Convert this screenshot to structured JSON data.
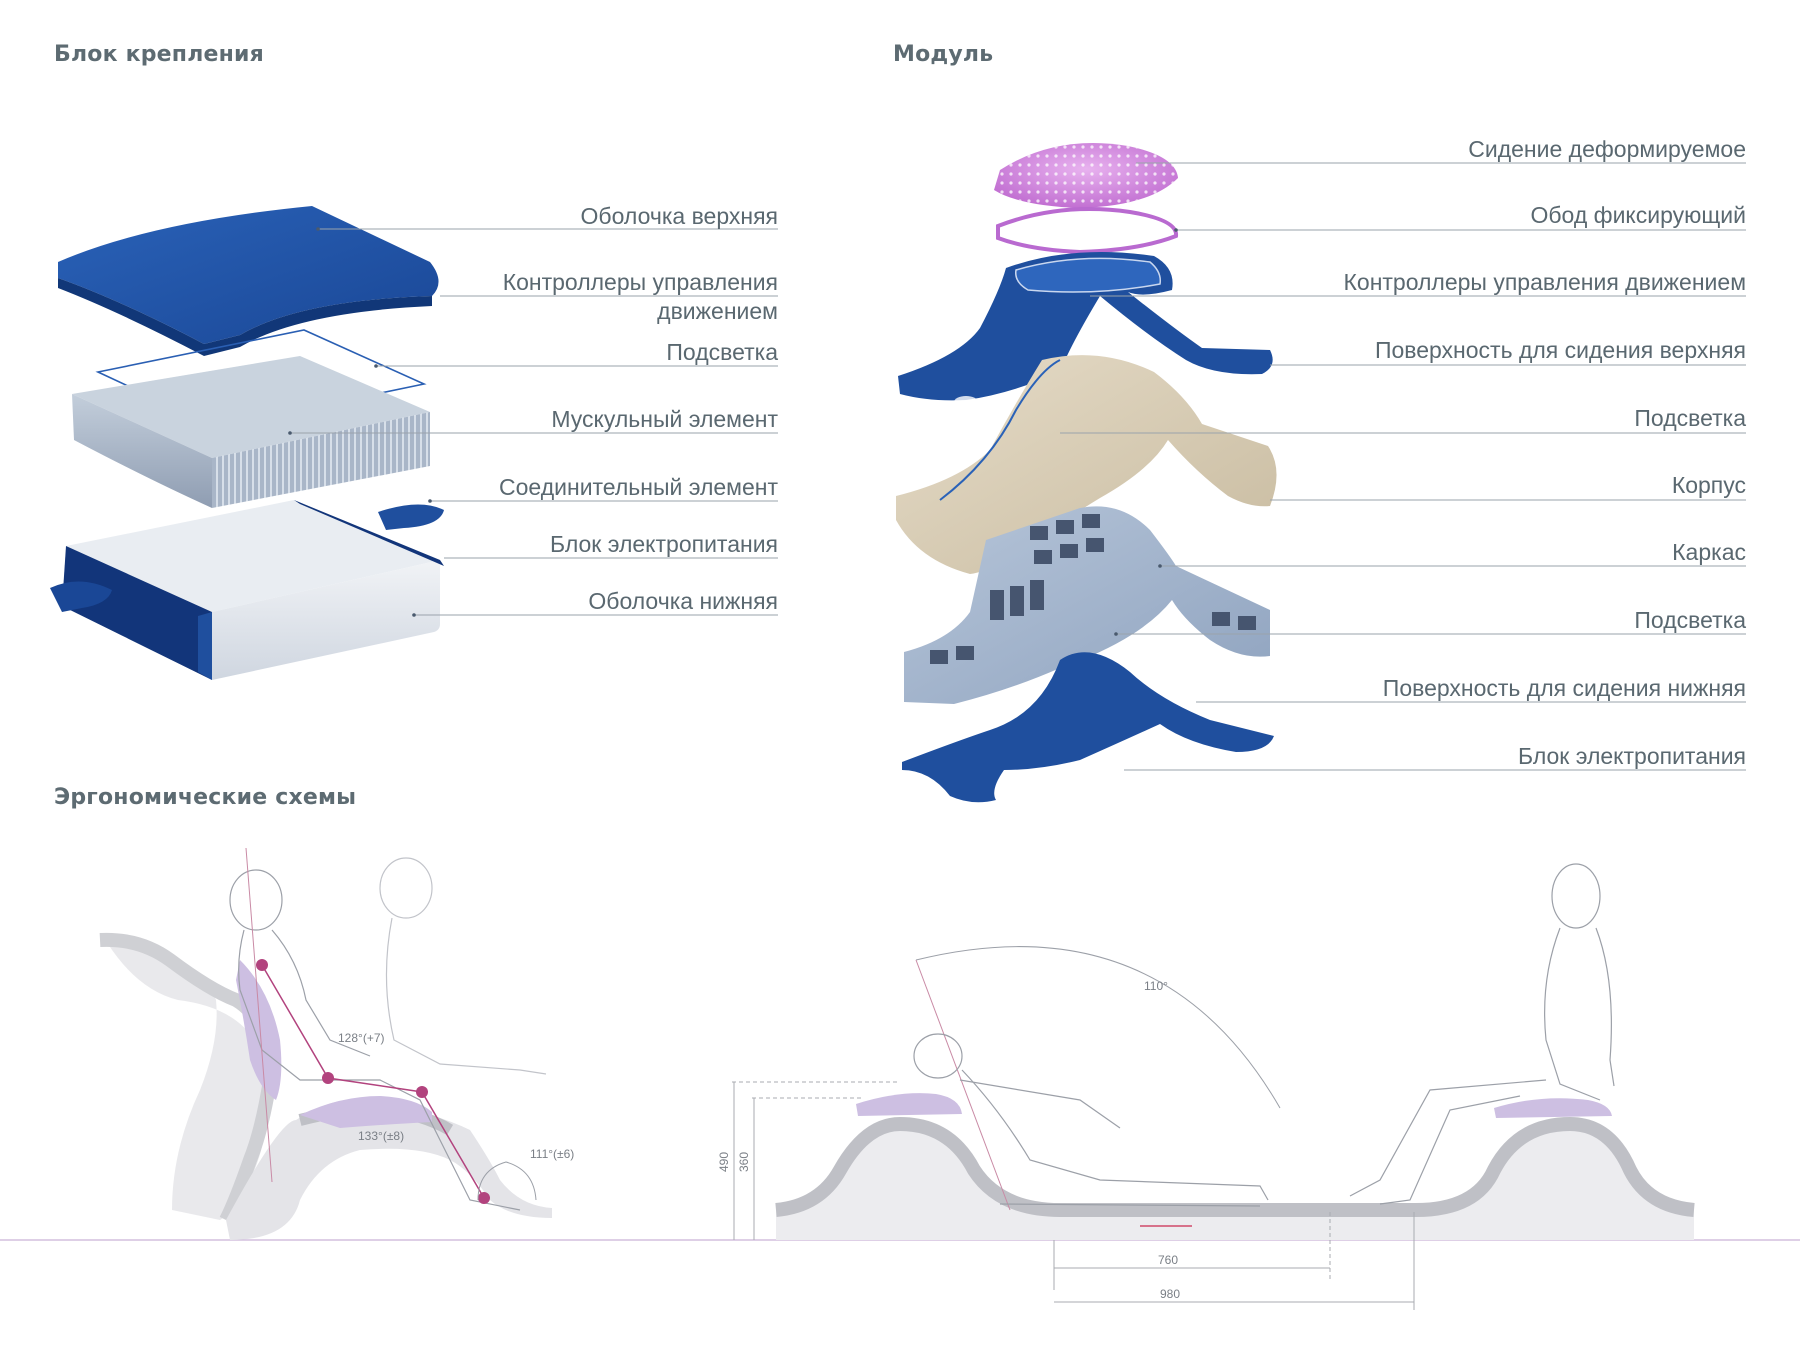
{
  "sections": {
    "mount_block": "Блок крепления",
    "module": "Модуль",
    "ergonomics": "Эргономические схемы"
  },
  "mount_block_labels": [
    "Оболочка верхняя",
    "Контроллеры управления",
    "движением",
    "Подсветка",
    "Мускульный элемент",
    "Соединительный элемент",
    "Блок электропитания",
    "Оболочка нижняя"
  ],
  "module_labels": [
    "Сидение деформируемое",
    "Обод фиксирующий",
    "Контроллеры управления движением",
    "Поверхность для сидения верхняя",
    "Подсветка",
    "Корпус",
    "Каркас",
    "Подсветка",
    "Поверхность для сидения нижняя",
    "Блок электропитания"
  ],
  "ergonomic_dimensions": {
    "angle_hip": "128°(+7)",
    "angle_knee": "133°(±8)",
    "angle_ankle": "111°(±6)",
    "angle_recline": "110°",
    "height_total": "490",
    "height_seat": "360",
    "width_inner": "760",
    "width_outer": "980"
  },
  "colors": {
    "shell_blue": "#1f4f9e",
    "shell_dark": "#123a7e",
    "muscle_grey": "#a9b6c8",
    "body_beige": "#d9cdb5",
    "frame_blue_grey": "#9fb2cc",
    "cushion_pink": "#d58ee0",
    "diagram_lilac": "#cbbfe0",
    "diagram_grey": "#d2d3d6",
    "joint_magenta": "#b2437e",
    "title_grey": "#5d6b72"
  }
}
